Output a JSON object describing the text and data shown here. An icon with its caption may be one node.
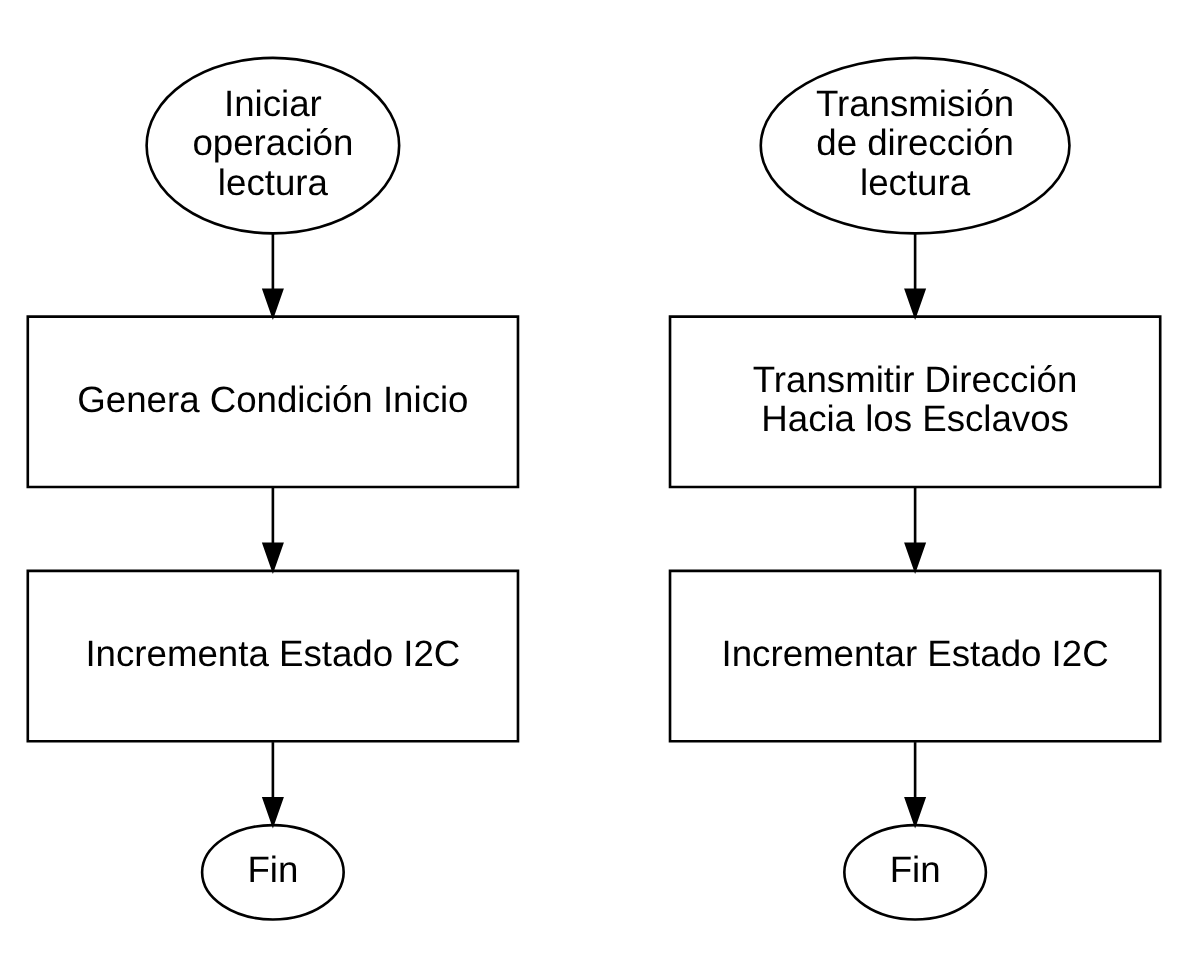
{
  "diagram": {
    "nodes": [
      {
        "text": [
          "Iniciar operación lectura"
        ]
      },
      {
        "text": [
          "Genera Condición Inicio"
        ]
      },
      {
        "text": [
          "Incrementa Estado I2C"
        ]
      },
      {
        "text": [
          "Fin"
        ]
      },
      {
        "text": [
          "Transmisión de dirección lectura"
        ]
      },
      {
        "text": [
          "Transmitir Dirección Hacia los Esclavos"
        ]
      },
      {
        "text": [
          "Incrementar Estado I2C"
        ]
      },
      {
        "text": [
          "Fin"
        ]
      }
    ],
    "edges": [
      {
        "from": 0,
        "to": 1,
        "arrow": "to"
      },
      {
        "from": 1,
        "to": 2,
        "arrow": "to"
      },
      {
        "from": 2,
        "to": 3,
        "arrow": "to"
      },
      {
        "from": 4,
        "to": 5,
        "arrow": "to"
      },
      {
        "from": 5,
        "to": 6,
        "arrow": "to"
      },
      {
        "from": 6,
        "to": 7,
        "arrow": "to"
      }
    ]
  }
}
